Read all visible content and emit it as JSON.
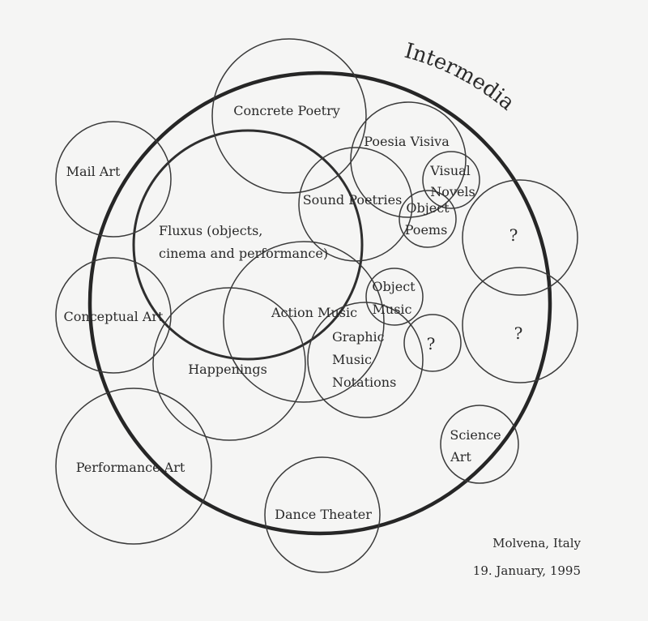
{
  "title": "Intermedia",
  "labels": {
    "concrete_poetry": "Concrete Poetry",
    "poesia_visiva": "Poesia Visiva",
    "visual_novels": [
      "Visual",
      "Novels"
    ],
    "mail_art": "Mail Art",
    "sound_poetries": "Sound Poetries",
    "object_poems": [
      "Object",
      "Poems"
    ],
    "fluxus": [
      "Fluxus (objects,",
      "cinema and performance)"
    ],
    "unknown_1": "?",
    "object_music": [
      "Object",
      "Music"
    ],
    "conceptual_art": "Conceptual Art",
    "action_music": "Action Music",
    "graphic_music_notations": [
      "Graphic",
      "Music",
      "Notations"
    ],
    "unknown_2": "?",
    "unknown_3": "?",
    "happenings": "Happenings",
    "science_art": [
      "Science",
      "Art"
    ],
    "performance_art": "Performance Art",
    "dance_theater": "Dance Theater"
  },
  "footer": {
    "place": "Molvena, Italy",
    "date": "19. January, 1995"
  }
}
